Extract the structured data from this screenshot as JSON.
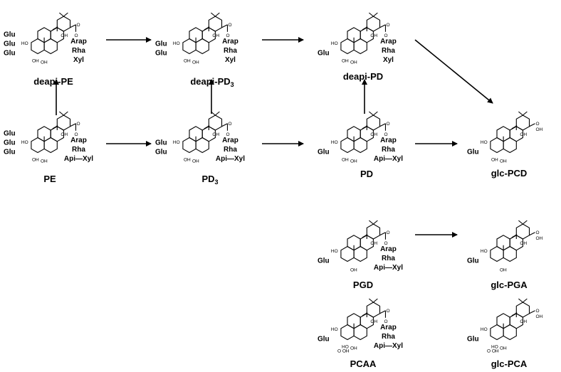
{
  "compounds": [
    {
      "key": "deapi_pe",
      "name": "deapi-PE",
      "name_sub": "",
      "name_suffix": "",
      "ring_subs": [
        "Glu",
        "Glu",
        "Glu"
      ],
      "ester_subs": [
        "Arap",
        "Rha",
        "Xyl"
      ],
      "c23": "OH",
      "c24": "OH",
      "c16": "OH"
    },
    {
      "key": "deapi_pd3",
      "name": "deapi-PD",
      "name_sub": "3",
      "name_suffix": "",
      "ring_subs": [
        "Glu",
        "Glu"
      ],
      "ester_subs": [
        "Arap",
        "Rha",
        "Xyl"
      ],
      "c23": "OH",
      "c24": "OH",
      "c16": "OH"
    },
    {
      "key": "deapi_pd",
      "name": "deapi-PD",
      "name_sub": "",
      "name_suffix": "",
      "ring_subs": [
        "Glu"
      ],
      "ester_subs": [
        "Arap",
        "Rha",
        "Xyl"
      ],
      "c23": "OH",
      "c24": "OH",
      "c16": "OH"
    },
    {
      "key": "pe",
      "name": "PE",
      "name_sub": "",
      "name_suffix": "",
      "ring_subs": [
        "Glu",
        "Glu",
        "Glu"
      ],
      "ester_subs": [
        "Arap",
        "Rha",
        "Api—Xyl"
      ],
      "c23": "OH",
      "c24": "OH",
      "c16": "OH"
    },
    {
      "key": "pd3",
      "name": "PD",
      "name_sub": "3",
      "name_suffix": "",
      "ring_subs": [
        "Glu",
        "Glu"
      ],
      "ester_subs": [
        "Arap",
        "Rha",
        "Api—Xyl"
      ],
      "c23": "OH",
      "c24": "OH",
      "c16": "OH"
    },
    {
      "key": "pd",
      "name": "PD",
      "name_sub": "",
      "name_suffix": "",
      "ring_subs": [
        "Glu"
      ],
      "ester_subs": [
        "Arap",
        "Rha",
        "Api—Xyl"
      ],
      "c23": "OH",
      "c24": "OH",
      "c16": "OH"
    },
    {
      "key": "glc_pcd",
      "name": "glc-PCD",
      "name_sub": "",
      "name_suffix": "",
      "ring_subs": [
        "Glu"
      ],
      "ester_subs": [],
      "c23": "OH",
      "c24": "OH",
      "c16": "OH",
      "acid_oh": "OH"
    },
    {
      "key": "pgd",
      "name": "PGD",
      "name_sub": "",
      "name_suffix": "",
      "ring_subs": [
        "Glu"
      ],
      "ester_subs": [
        "Arap",
        "Rha",
        "Api—Xyl"
      ],
      "c23": "",
      "c24": "OH",
      "c16": "OH"
    },
    {
      "key": "glc_pga",
      "name": "glc-PGA",
      "name_sub": "",
      "name_suffix": "",
      "ring_subs": [
        "Glu"
      ],
      "ester_subs": [],
      "c23": "",
      "c24": "OH",
      "c16": "OH",
      "acid_oh": "OH"
    },
    {
      "key": "pcaa",
      "name": "PCAA",
      "name_sub": "",
      "name_suffix": "",
      "ring_subs": [
        "Glu"
      ],
      "ester_subs": [
        "Arap",
        "Rha",
        "Api—Xyl"
      ],
      "c23": "HO",
      "c24": "OH",
      "c16": "OH",
      "acid_label": "O OH"
    },
    {
      "key": "glc_pca",
      "name": "glc-PCA",
      "name_sub": "",
      "name_suffix": "",
      "ring_subs": [
        "Glu"
      ],
      "ester_subs": [],
      "c23": "HO",
      "c24": "OH",
      "c16": "OH",
      "acid_oh": "OH",
      "acid_label": "O OH"
    }
  ],
  "common_labels": {
    "c2_oh": "HO",
    "ester_o": "O",
    "carbonyl_o": "O"
  },
  "arrows": [
    {
      "from": "deapi_pe",
      "to": "deapi_pd3"
    },
    {
      "from": "deapi_pd3",
      "to": "deapi_pd"
    },
    {
      "from": "deapi_pd",
      "to": "glc_pcd"
    },
    {
      "from": "pe",
      "to": "deapi_pe"
    },
    {
      "from": "pe",
      "to": "pd3"
    },
    {
      "from": "pd3",
      "to": "deapi_pd3"
    },
    {
      "from": "pd3",
      "to": "pd"
    },
    {
      "from": "pd",
      "to": "deapi_pd"
    },
    {
      "from": "pd",
      "to": "glc_pcd"
    },
    {
      "from": "pgd",
      "to": "glc_pga"
    }
  ]
}
